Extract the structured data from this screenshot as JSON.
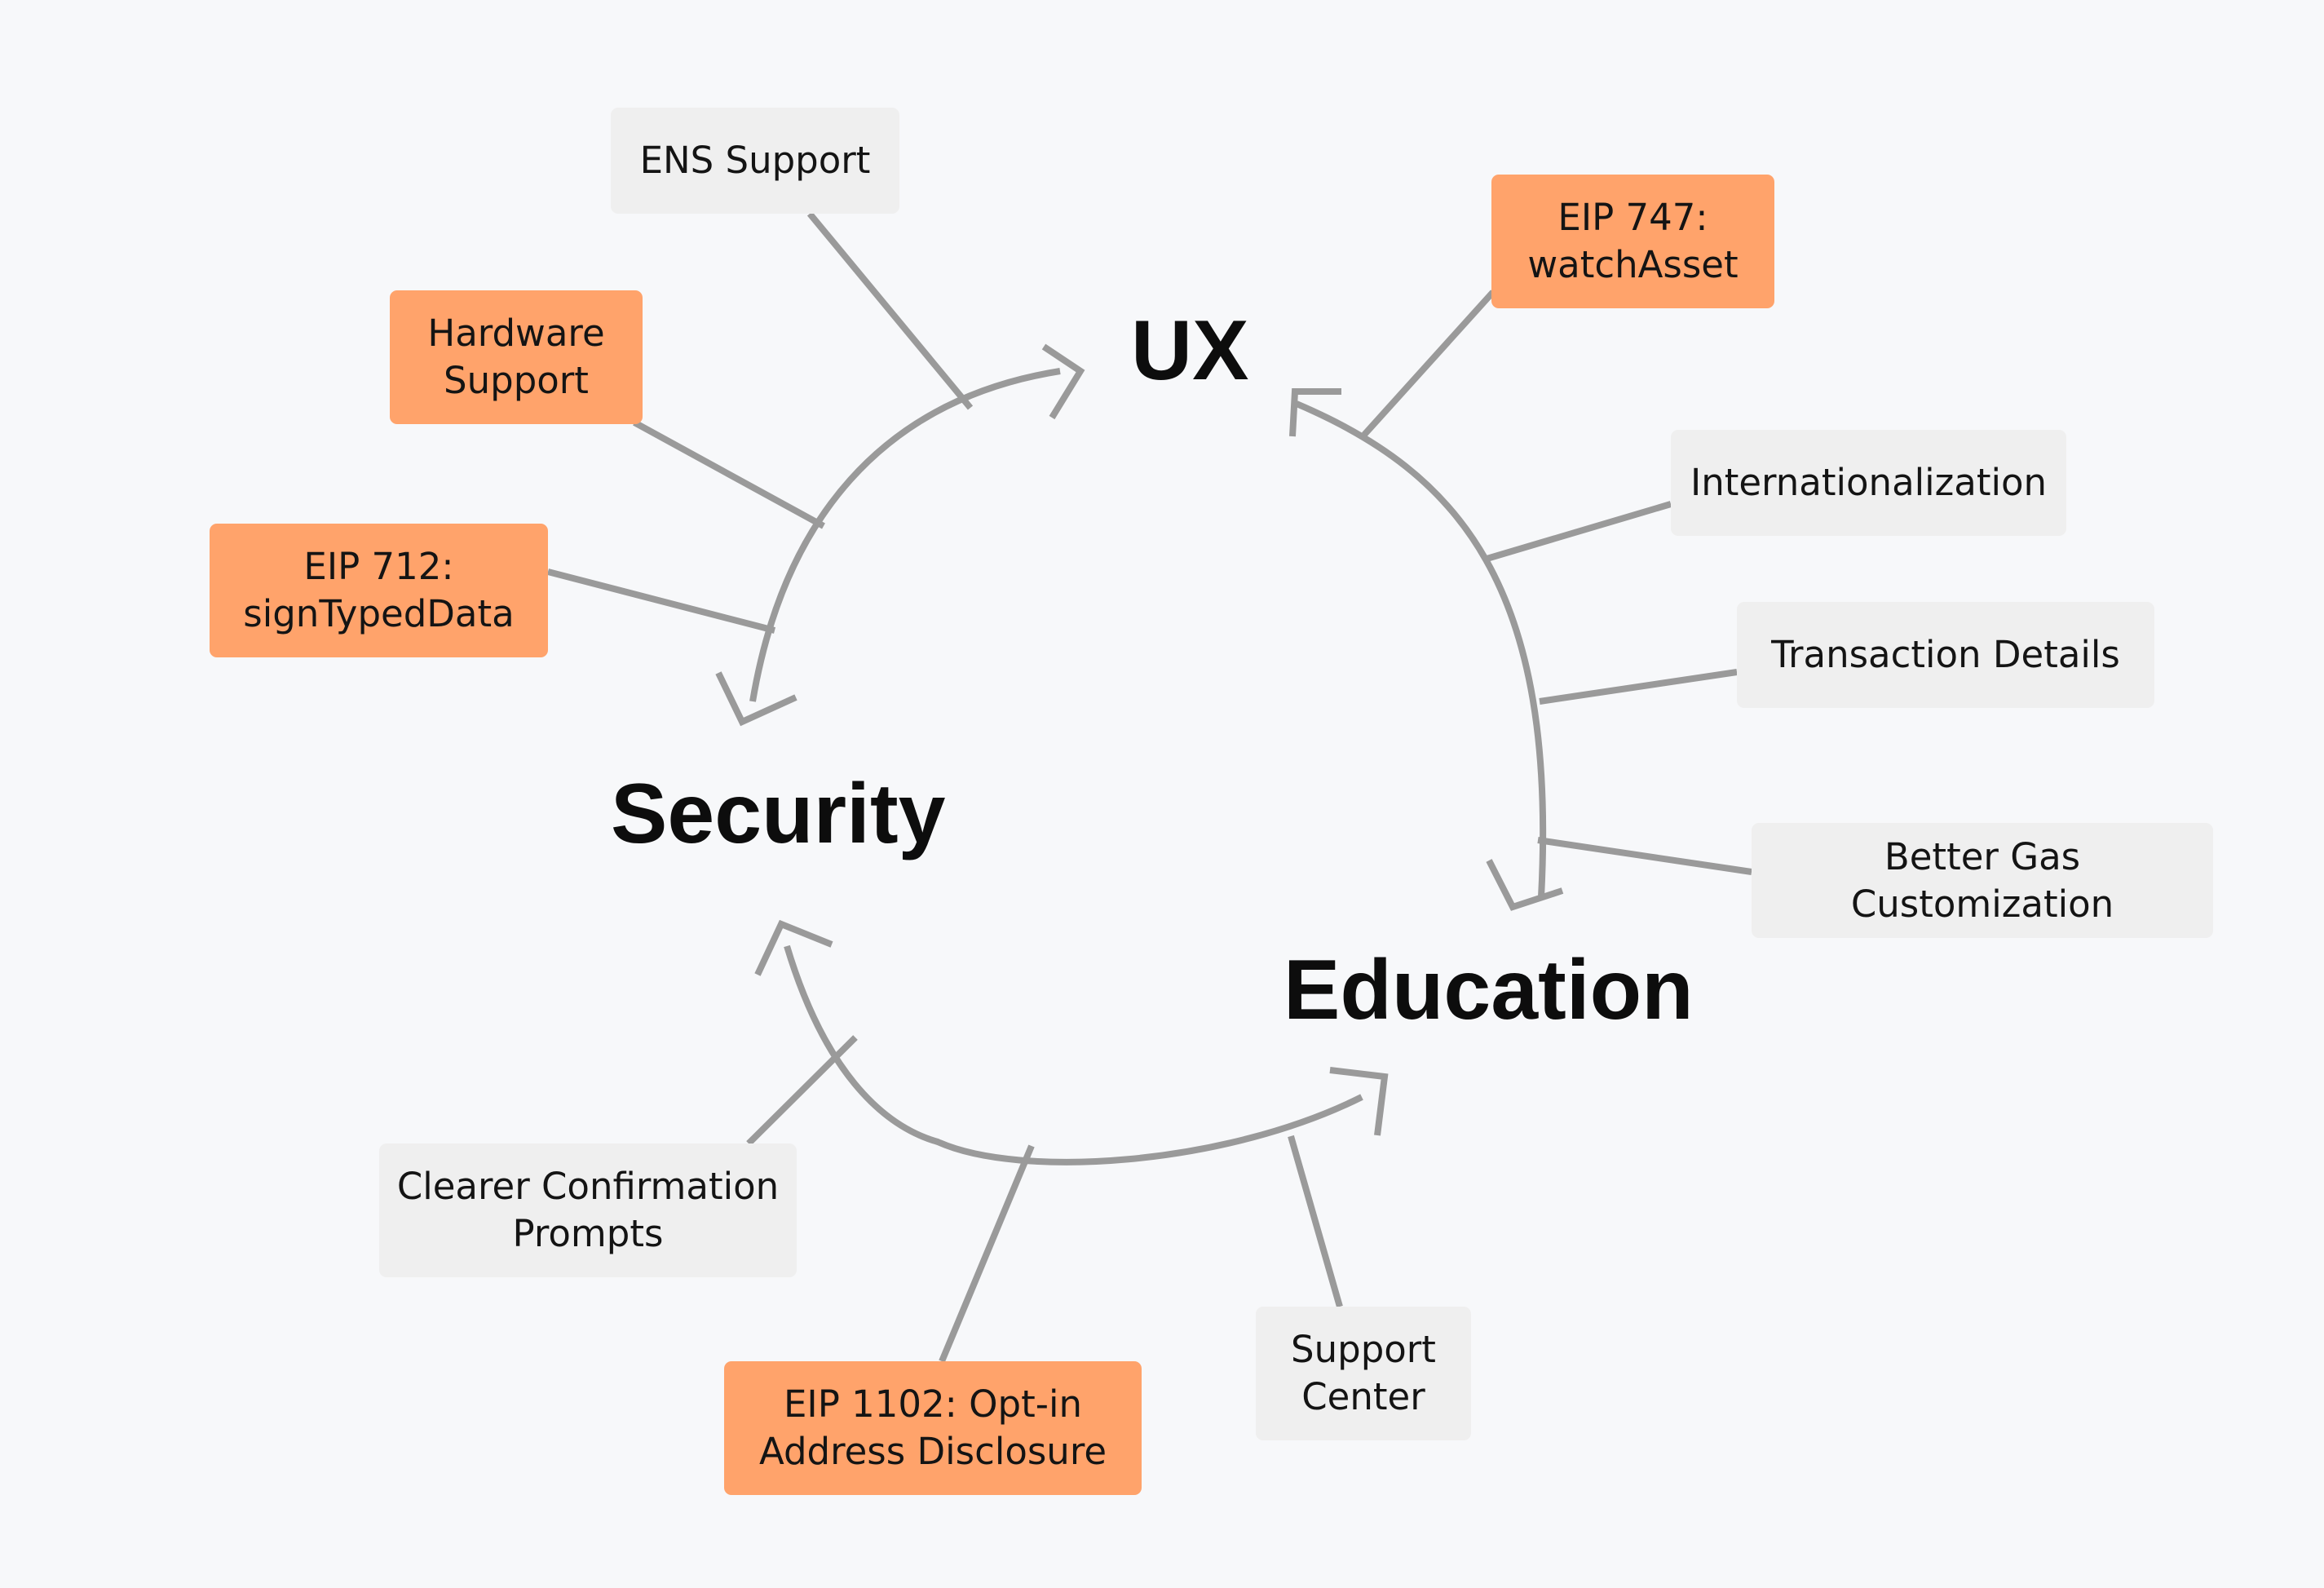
{
  "colors": {
    "background": "#f7f8fa",
    "connector": "#9a9a9a",
    "note_gray": "#efefef",
    "note_orange": "#ffa36b",
    "hub_text": "#0d0d0d"
  },
  "hubs": {
    "ux": "UX",
    "security": "Security",
    "education": "Education"
  },
  "notes": {
    "ens_support": "ENS Support",
    "hardware_support": "Hardware\nSupport",
    "eip_712": "EIP 712:\nsignTypedData",
    "eip_747": "EIP 747:\nwatchAsset",
    "internationalization": "Internationalization",
    "transaction_details": "Transaction Details",
    "better_gas": "Better Gas\nCustomization",
    "clearer_prompts": "Clearer Confirmation\nPrompts",
    "eip_1102": "EIP 1102: Opt-in\nAddress Disclosure",
    "support_center": "Support\nCenter"
  }
}
